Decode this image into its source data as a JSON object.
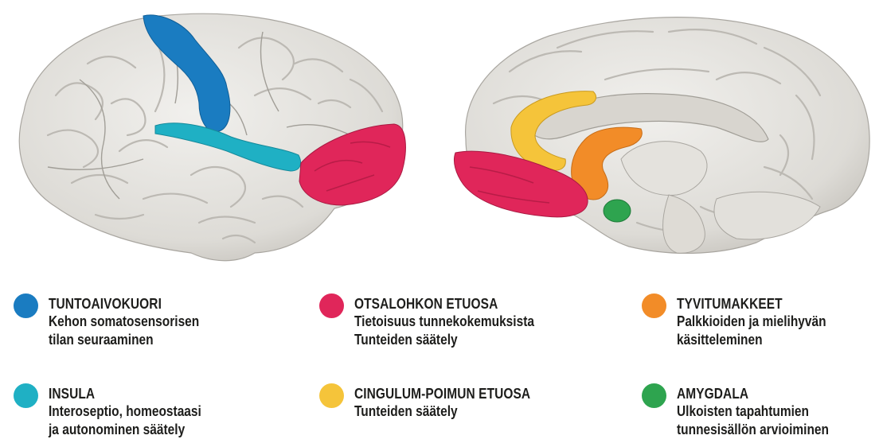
{
  "regions": [
    {
      "id": "tuntoaivokuori",
      "title": "TUNTOAIVOKUORI",
      "lines": [
        "Kehon somatosensorisen",
        "tilan seuraaminen"
      ],
      "color": "#1a7cc1"
    },
    {
      "id": "otsalohkon",
      "title": "OTSALOHKON ETUOSA",
      "lines": [
        "Tietoisuus tunnekokemuksista",
        "Tunteiden säätely"
      ],
      "color": "#e0265a"
    },
    {
      "id": "tyvitumakkeet",
      "title": "TYVITUMAKKEET",
      "lines": [
        "Palkkioiden ja mielihyvän",
        "käsitteleminen"
      ],
      "color": "#f28c28"
    },
    {
      "id": "insula",
      "title": "INSULA",
      "lines": [
        "Interoseptio, homeostaasi",
        "ja autonominen säätely"
      ],
      "color": "#1fb0c4"
    },
    {
      "id": "cingulum",
      "title": "CINGULUM-POIMUN ETUOSA",
      "lines": [
        "Tunteiden säätely"
      ],
      "color": "#f5c43a"
    },
    {
      "id": "amygdala",
      "title": "AMYGDALA",
      "lines": [
        "Ulkoisten tapahtumien",
        "tunnesisällön arvioiminen"
      ],
      "color": "#2ea44f"
    }
  ],
  "views": [
    "lateral-view",
    "medial-view"
  ],
  "colors": {
    "cortex": "#e8e6e2",
    "sulcus": "#b9b6b0"
  }
}
